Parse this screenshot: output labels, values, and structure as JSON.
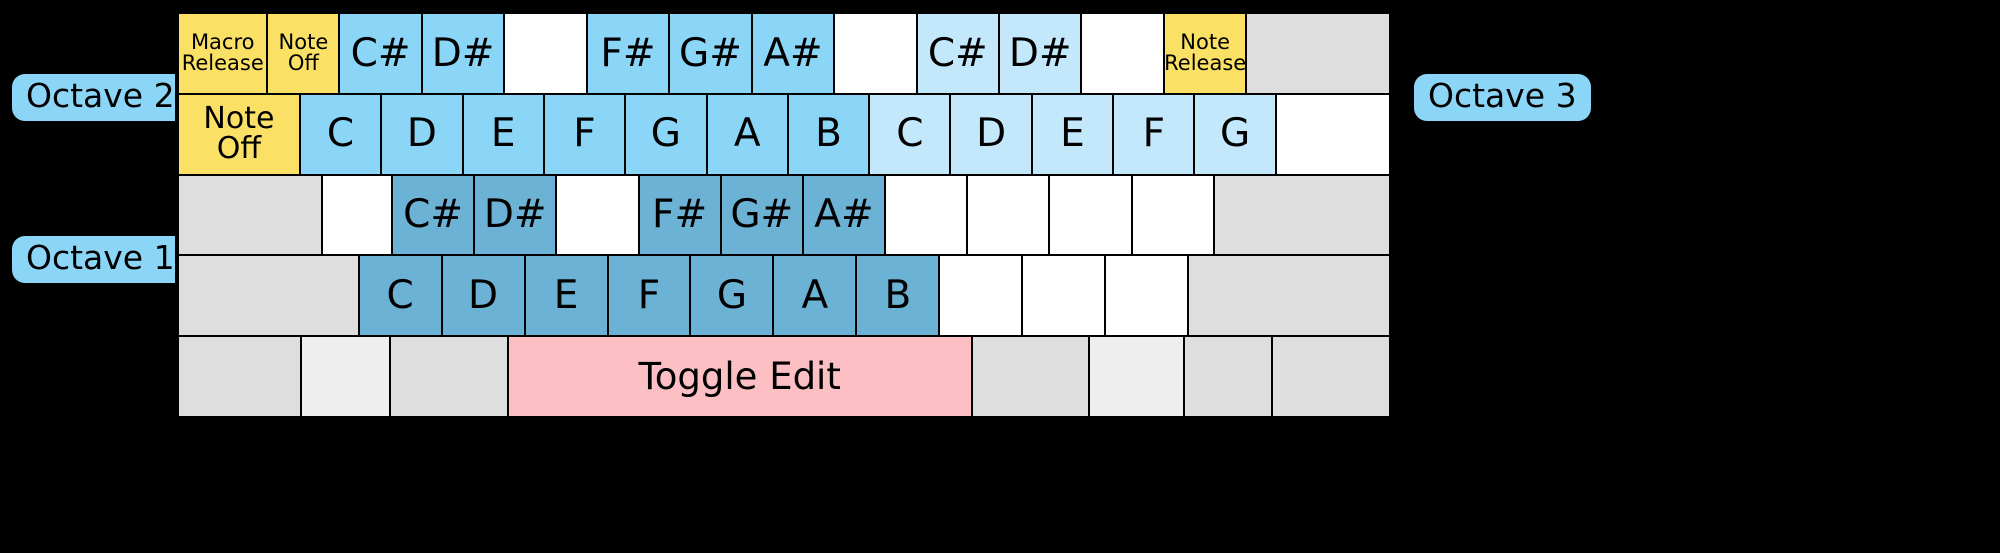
{
  "labels": {
    "octave2": "Octave 2",
    "octave1": "Octave 1",
    "octave3": "Octave 3"
  },
  "colors": {
    "background": "#000000",
    "key_white": "#ffffff",
    "key_gray": "#dedede",
    "key_gray_light": "#eeeeee",
    "accent_yellow": "#fbe066",
    "octave2_blue": "#8bd6f7",
    "octave3_blue": "#c3e8fb",
    "octave1_blue": "#6cb2d4",
    "toggle_pink": "#fcc0c4",
    "border": "#000000"
  },
  "rows": [
    {
      "name": "number-row",
      "keys": [
        {
          "label": "Macro\nRelease",
          "color": "yellow",
          "size": "small",
          "flex": 1.0
        },
        {
          "label": "Note\nOff",
          "color": "yellow",
          "size": "small",
          "flex": 0.8
        },
        {
          "label": "C#",
          "color": "sky",
          "size": "big",
          "flex": 0.92
        },
        {
          "label": "D#",
          "color": "sky",
          "size": "big",
          "flex": 0.92
        },
        {
          "label": "",
          "color": "white",
          "size": "big",
          "flex": 0.92
        },
        {
          "label": "F#",
          "color": "sky",
          "size": "big",
          "flex": 0.92
        },
        {
          "label": "G#",
          "color": "sky",
          "size": "big",
          "flex": 0.92
        },
        {
          "label": "A#",
          "color": "sky",
          "size": "big",
          "flex": 0.92
        },
        {
          "label": "",
          "color": "white",
          "size": "big",
          "flex": 0.92
        },
        {
          "label": "C#",
          "color": "skypale",
          "size": "big",
          "flex": 0.92
        },
        {
          "label": "D#",
          "color": "skypale",
          "size": "big",
          "flex": 0.92
        },
        {
          "label": "",
          "color": "white",
          "size": "big",
          "flex": 0.92
        },
        {
          "label": "Note\nRelease",
          "color": "yellow",
          "size": "small",
          "flex": 0.92
        },
        {
          "label": "",
          "color": "gray",
          "size": "big",
          "flex": 1.62
        }
      ]
    },
    {
      "name": "qwerty-row",
      "keys": [
        {
          "label": "Note\nOff",
          "color": "yellow",
          "size": "noteoff",
          "flex": 1.39
        },
        {
          "label": "C",
          "color": "sky",
          "size": "big",
          "flex": 0.92
        },
        {
          "label": "D",
          "color": "sky",
          "size": "big",
          "flex": 0.92
        },
        {
          "label": "E",
          "color": "sky",
          "size": "big",
          "flex": 0.92
        },
        {
          "label": "F",
          "color": "sky",
          "size": "big",
          "flex": 0.92
        },
        {
          "label": "G",
          "color": "sky",
          "size": "big",
          "flex": 0.92
        },
        {
          "label": "A",
          "color": "sky",
          "size": "big",
          "flex": 0.92
        },
        {
          "label": "B",
          "color": "sky",
          "size": "big",
          "flex": 0.92
        },
        {
          "label": "C",
          "color": "skypale",
          "size": "big",
          "flex": 0.92
        },
        {
          "label": "D",
          "color": "skypale",
          "size": "big",
          "flex": 0.92
        },
        {
          "label": "E",
          "color": "skypale",
          "size": "big",
          "flex": 0.92
        },
        {
          "label": "F",
          "color": "skypale",
          "size": "big",
          "flex": 0.92
        },
        {
          "label": "G",
          "color": "skypale",
          "size": "big",
          "flex": 0.92
        },
        {
          "label": "",
          "color": "white",
          "size": "big",
          "flex": 1.3
        }
      ]
    },
    {
      "name": "asdf-row",
      "keys": [
        {
          "label": "",
          "color": "gray",
          "size": "big",
          "flex": 1.63
        },
        {
          "label": "",
          "color": "white",
          "size": "big",
          "flex": 0.78
        },
        {
          "label": "C#",
          "color": "steel",
          "size": "big",
          "flex": 0.92
        },
        {
          "label": "D#",
          "color": "steel",
          "size": "big",
          "flex": 0.92
        },
        {
          "label": "",
          "color": "white",
          "size": "big",
          "flex": 0.92
        },
        {
          "label": "F#",
          "color": "steel",
          "size": "big",
          "flex": 0.92
        },
        {
          "label": "G#",
          "color": "steel",
          "size": "big",
          "flex": 0.92
        },
        {
          "label": "A#",
          "color": "steel",
          "size": "big",
          "flex": 0.92
        },
        {
          "label": "",
          "color": "white",
          "size": "big",
          "flex": 0.92
        },
        {
          "label": "",
          "color": "white",
          "size": "big",
          "flex": 0.92
        },
        {
          "label": "",
          "color": "white",
          "size": "big",
          "flex": 0.92
        },
        {
          "label": "",
          "color": "white",
          "size": "big",
          "flex": 0.92
        },
        {
          "label": "",
          "color": "gray",
          "size": "big",
          "flex": 2.0
        }
      ]
    },
    {
      "name": "zxcv-row",
      "keys": [
        {
          "label": "",
          "color": "gray",
          "size": "big",
          "flex": 2.03
        },
        {
          "label": "C",
          "color": "steel",
          "size": "big",
          "flex": 0.92
        },
        {
          "label": "D",
          "color": "steel",
          "size": "big",
          "flex": 0.92
        },
        {
          "label": "E",
          "color": "steel",
          "size": "big",
          "flex": 0.92
        },
        {
          "label": "F",
          "color": "steel",
          "size": "big",
          "flex": 0.92
        },
        {
          "label": "G",
          "color": "steel",
          "size": "big",
          "flex": 0.92
        },
        {
          "label": "A",
          "color": "steel",
          "size": "big",
          "flex": 0.92
        },
        {
          "label": "B",
          "color": "steel",
          "size": "big",
          "flex": 0.92
        },
        {
          "label": "",
          "color": "white",
          "size": "big",
          "flex": 0.92
        },
        {
          "label": "",
          "color": "white",
          "size": "big",
          "flex": 0.92
        },
        {
          "label": "",
          "color": "white",
          "size": "big",
          "flex": 0.92
        },
        {
          "label": "",
          "color": "gray",
          "size": "big",
          "flex": 2.27
        }
      ]
    },
    {
      "name": "bottom-row",
      "keys": [
        {
          "label": "",
          "color": "gray",
          "size": "big",
          "flex": 1.05
        },
        {
          "label": "",
          "color": "gray2",
          "size": "big",
          "flex": 0.75
        },
        {
          "label": "",
          "color": "gray",
          "size": "big",
          "flex": 1.0
        },
        {
          "label": "Toggle Edit",
          "color": "pink",
          "size": "toggle",
          "flex": 4.0
        },
        {
          "label": "",
          "color": "gray",
          "size": "big",
          "flex": 1.0
        },
        {
          "label": "",
          "color": "gray2",
          "size": "big",
          "flex": 0.8
        },
        {
          "label": "",
          "color": "gray",
          "size": "big",
          "flex": 0.75
        },
        {
          "label": "",
          "color": "gray",
          "size": "big",
          "flex": 1.0
        }
      ]
    }
  ]
}
